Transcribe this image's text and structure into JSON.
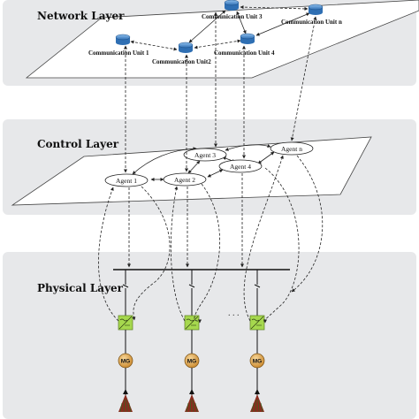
{
  "network_layer": {
    "title": "Network Layer",
    "units": [
      {
        "label": "Communication Unit 1"
      },
      {
        "label": "Communication Unit2"
      },
      {
        "label": "Communication Unit 3"
      },
      {
        "label": "Communication Unit 4"
      },
      {
        "label": "Communication Unit n"
      }
    ]
  },
  "control_layer": {
    "title": "Control Layer",
    "agents": [
      {
        "label": "Agent 1"
      },
      {
        "label": "Agent 2"
      },
      {
        "label": "Agent 3"
      },
      {
        "label": "Agent 4"
      },
      {
        "label": "Agent n"
      }
    ]
  },
  "physical_layer": {
    "title": "Physical Layer",
    "ellipsis": ". . .",
    "generators": [
      {
        "label": "MG"
      },
      {
        "label": "MG"
      },
      {
        "label": "MG"
      }
    ]
  },
  "colors": {
    "panel": "#e7e8ea",
    "router": "#4a86c8",
    "converter": "#a6d84e",
    "mg_circle": "#d49a3a",
    "load": "#8a2b1e"
  }
}
